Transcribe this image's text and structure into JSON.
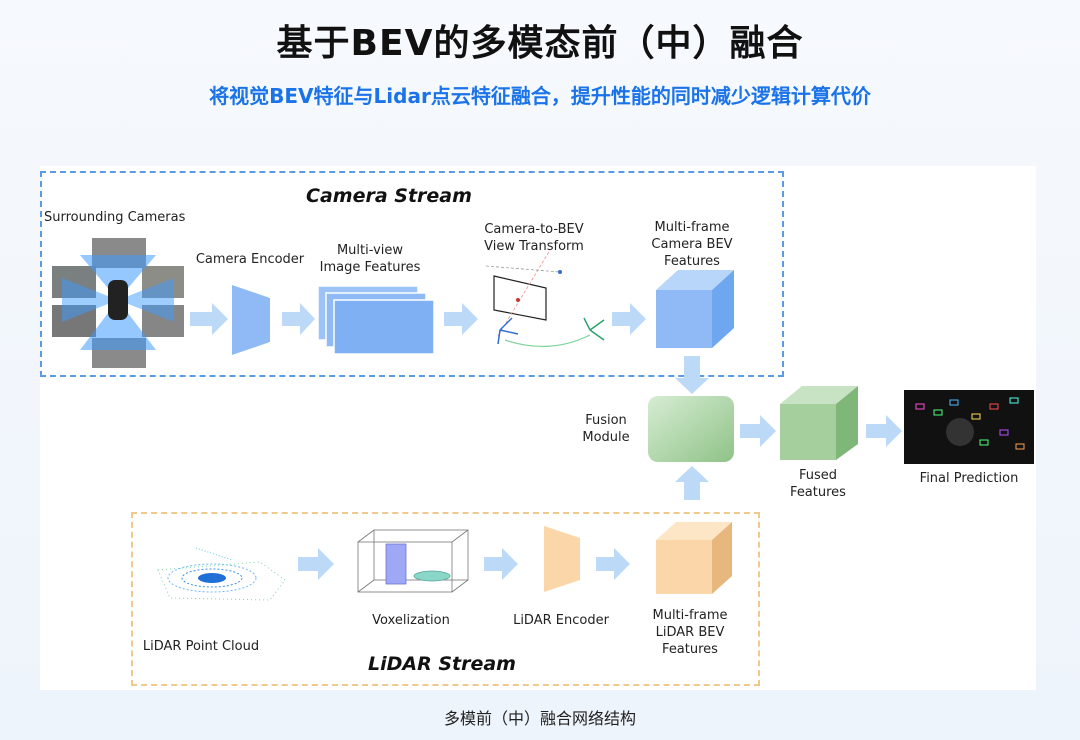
{
  "header": {
    "title": "基于BEV的多模态前（中）融合",
    "subtitle": "将视觉BEV特征与Lidar点云特征融合，提升性能的同时减少逻辑计算代价"
  },
  "camera_stream": {
    "title": "Camera Stream",
    "surrounding_cameras": "Surrounding Cameras",
    "camera_encoder": "Camera Encoder",
    "multiview_features": [
      "Multi-view",
      "Image Features"
    ],
    "view_transform": [
      "Camera-to-BEV",
      "View Transform"
    ],
    "camera_bev": [
      "Multi-frame",
      "Camera BEV",
      "Features"
    ]
  },
  "fusion": {
    "module": [
      "Fusion",
      "Module"
    ],
    "fused_features": [
      "Fused",
      "Features"
    ],
    "final_prediction": "Final Prediction"
  },
  "lidar_stream": {
    "title": "LiDAR Stream",
    "point_cloud": "LiDAR Point Cloud",
    "voxelization": "Voxelization",
    "lidar_encoder": "LiDAR Encoder",
    "lidar_bev": [
      "Multi-frame",
      "LiDAR BEV",
      "Features"
    ]
  },
  "caption": "多模前（中）融合网络结构",
  "colors": {
    "accent": "#1a73e8",
    "camera_blue": "#8fbaf5",
    "lidar_orange": "#fbd6a8",
    "fusion_green": "#9fcf97",
    "arrow": "#bcd9f7"
  }
}
